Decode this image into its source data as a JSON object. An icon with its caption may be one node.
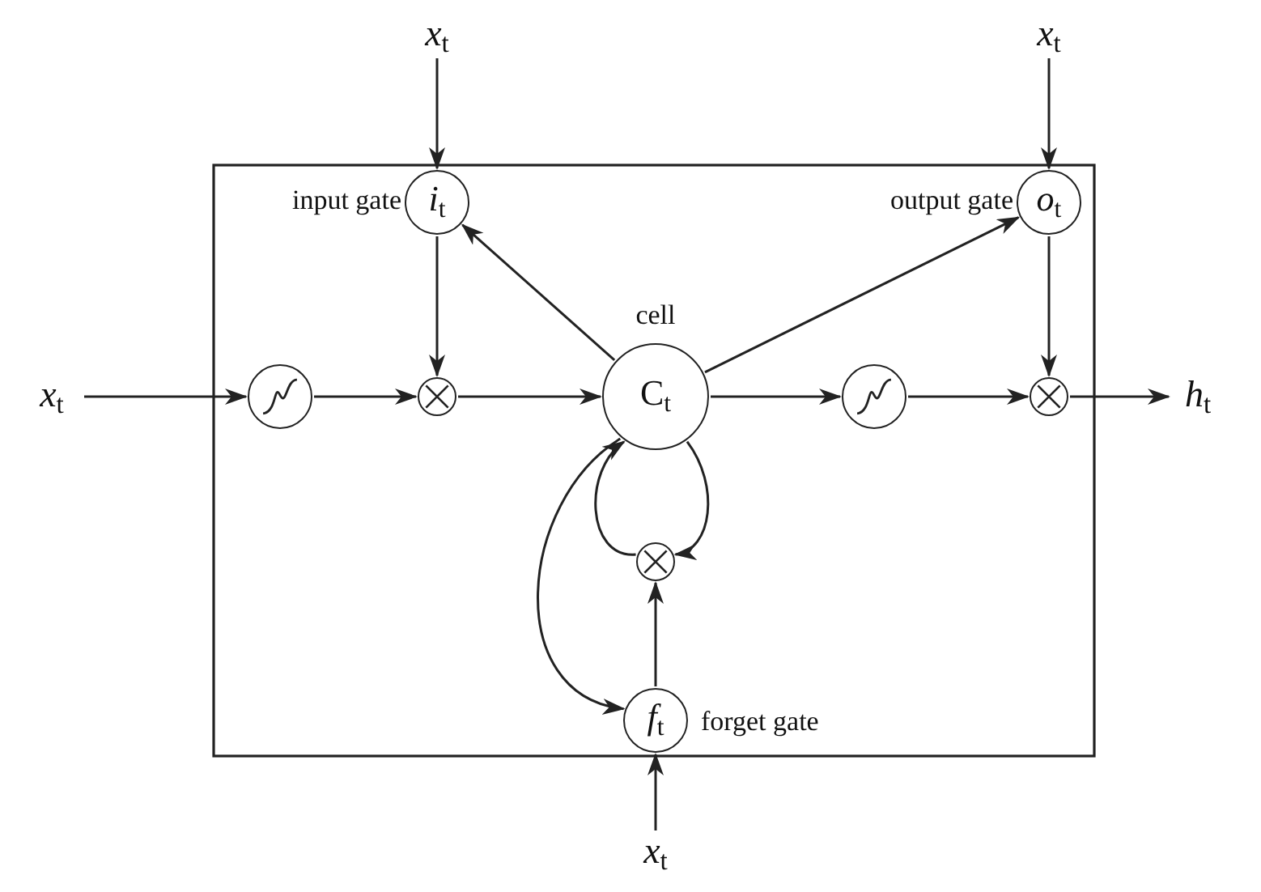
{
  "diagram": {
    "nodes": [
      {
        "text": [
          "*x*$_{t}$"
        ]
      },
      {
        "text": [
          "*x*$_{t}$"
        ]
      },
      {
        "text": [
          "*x*$_{t}$"
        ]
      },
      {
        "text": [
          "*x*$_{t}$"
        ]
      },
      {
        "text": [
          "*h*$_{t}$"
        ]
      },
      {
        "text": [
          "*i*$_{t}$"
        ],
        "beside": [
          "input gate"
        ]
      },
      {
        "text": [
          "*o*$_{t}$"
        ],
        "beside": [
          "output gate"
        ]
      },
      {
        "text": [],
        "shape": "circle"
      },
      {
        "text": [],
        "shape": "circle"
      },
      {
        "text": [
          "C$_{t}$"
        ],
        "beside": [
          "cell"
        ]
      },
      {
        "text": [],
        "shape": "circle"
      },
      {
        "text": [],
        "shape": "circle"
      },
      {
        "text": [],
        "shape": "circle"
      },
      {
        "text": [
          "*f*$_{t}$"
        ],
        "beside": [
          "forget gate"
        ]
      }
    ],
    "edges": [
      {
        "from": 0,
        "to": 5,
        "arrow": "to"
      },
      {
        "from": 1,
        "to": 6,
        "arrow": "to"
      },
      {
        "from": 2,
        "to": 7,
        "arrow": "to"
      },
      {
        "from": 7,
        "to": 8,
        "arrow": "to"
      },
      {
        "from": 5,
        "to": 8,
        "arrow": "to"
      },
      {
        "from": 8,
        "to": 9,
        "arrow": "to"
      },
      {
        "from": 9,
        "to": 5,
        "arrow": "to"
      },
      {
        "from": 9,
        "to": 6,
        "arrow": "to"
      },
      {
        "from": 9,
        "to": 10,
        "arrow": "to"
      },
      {
        "from": 10,
        "to": 11,
        "arrow": "to"
      },
      {
        "from": 6,
        "to": 11,
        "arrow": "to"
      },
      {
        "from": 11,
        "to": 4,
        "arrow": "to"
      },
      {
        "from": 9,
        "to": 12,
        "arrow": "to"
      },
      {
        "from": 12,
        "to": 9,
        "arrow": "to"
      },
      {
        "from": 9,
        "to": 13,
        "arrow": "to"
      },
      {
        "from": 13,
        "to": 12,
        "arrow": "to"
      },
      {
        "from": 3,
        "to": 13,
        "arrow": "to"
      }
    ]
  }
}
